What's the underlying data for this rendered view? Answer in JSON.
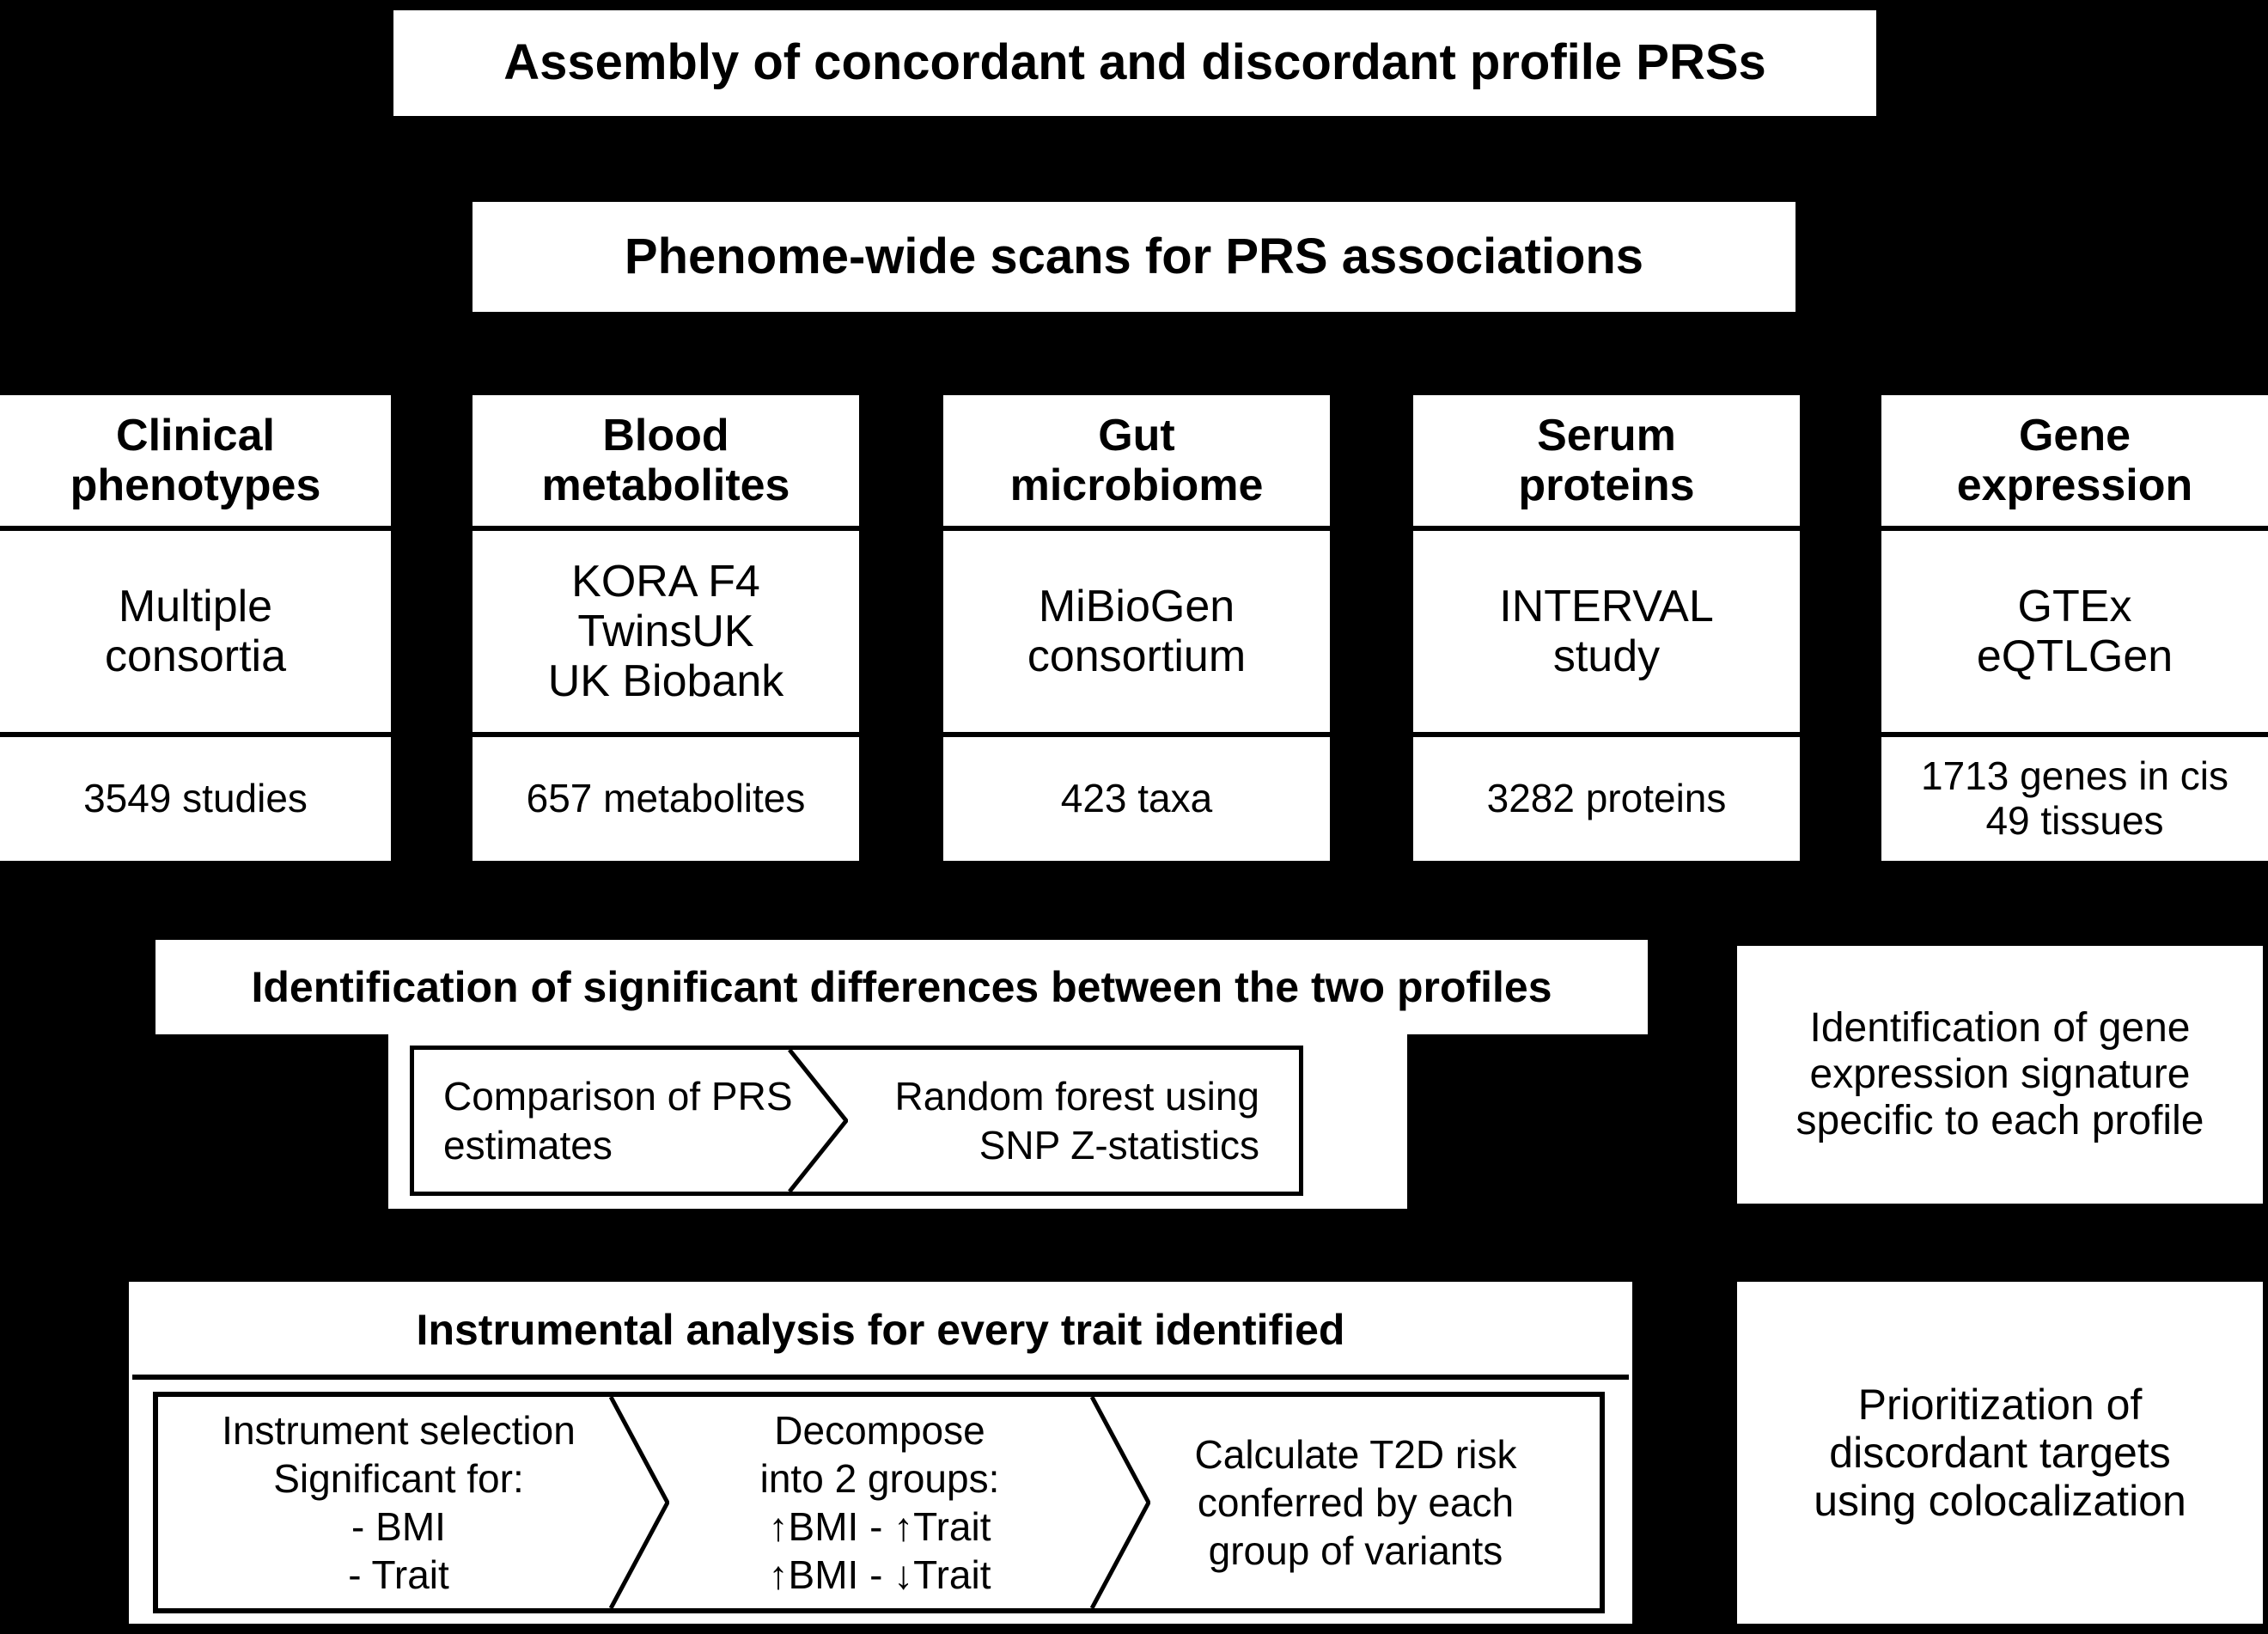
{
  "titles": {
    "assembly": "Assembly of concordant and discordant profile PRSs",
    "phenome": "Phenome-wide scans for PRS associations",
    "identification": "Identification of significant differences between the two profiles",
    "instrumental": "Instrumental analysis for every trait identified"
  },
  "columns": [
    {
      "header": "Clinical\nphenotypes",
      "header_l1": "Clinical",
      "header_l2": "phenotypes",
      "sources": [
        "Multiple",
        "consortia"
      ],
      "count": "3549 studies"
    },
    {
      "header": "Blood\nmetabolites",
      "header_l1": "Blood",
      "header_l2": "metabolites",
      "sources": [
        "KORA F4",
        "TwinsUK",
        "UK Biobank"
      ],
      "count": "657 metabolites"
    },
    {
      "header": "Gut\nmicrobiome",
      "header_l1": "Gut",
      "header_l2": "microbiome",
      "sources": [
        "MiBioGen",
        "consortium"
      ],
      "count": "423 taxa"
    },
    {
      "header": "Serum\nproteins",
      "header_l1": "Serum",
      "header_l2": "proteins",
      "sources": [
        "INTERVAL",
        "study"
      ],
      "count": "3282 proteins"
    },
    {
      "header": "Gene\nexpression",
      "header_l1": "Gene",
      "header_l2": "expression",
      "sources": [
        "GTEx",
        "eQTLGen"
      ],
      "count_l1": "1713 genes in cis",
      "count_l2": "49 tissues"
    }
  ],
  "mid_chevrons": [
    {
      "lines": [
        "Comparison of PRS",
        "estimates"
      ]
    },
    {
      "lines": [
        "Random forest using",
        "SNP Z-statistics"
      ]
    }
  ],
  "bottom_chevrons": [
    {
      "lines": [
        "Instrument selection",
        "Significant for:",
        "- BMI",
        "- Trait"
      ]
    },
    {
      "lines": [
        "Decompose",
        "into 2 groups:",
        "↑BMI - ↑Trait",
        "↑BMI - ↓Trait"
      ]
    },
    {
      "lines": [
        "Calculate T2D risk",
        "conferred by each",
        "group of variants"
      ]
    }
  ],
  "side_panels": {
    "gene_signature": [
      "Identification of gene",
      "expression signature",
      "specific to each profile"
    ],
    "prioritization": [
      "Prioritization of",
      "discordant targets",
      "using colocalization"
    ]
  },
  "colors": {
    "background": "#000000",
    "box_fill": "#ffffff",
    "text": "#000000"
  }
}
